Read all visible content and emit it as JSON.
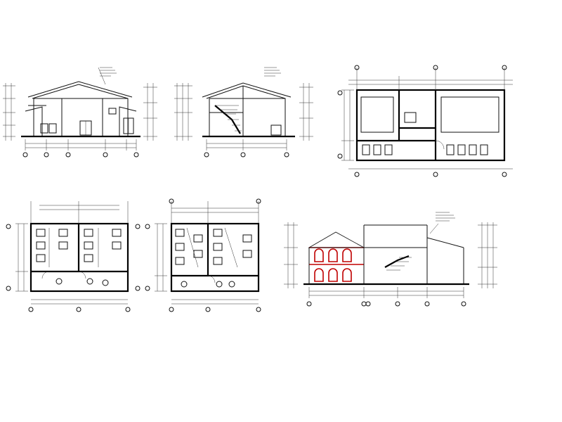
{
  "drawings": [
    {
      "id": "front-elevation",
      "caption": "",
      "scale": ""
    },
    {
      "id": "section-1",
      "caption": "",
      "scale": ""
    },
    {
      "id": "first-floor-plan",
      "caption": "",
      "scale": ""
    },
    {
      "id": "ground-floor-plan-a",
      "caption": "",
      "scale": ""
    },
    {
      "id": "ground-floor-plan-b",
      "caption": "",
      "scale": ""
    },
    {
      "id": "side-elevation-section",
      "caption": "",
      "scale": ""
    }
  ],
  "palette": {
    "line": "#111111",
    "accent": "#c00000",
    "background": "#ffffff"
  }
}
